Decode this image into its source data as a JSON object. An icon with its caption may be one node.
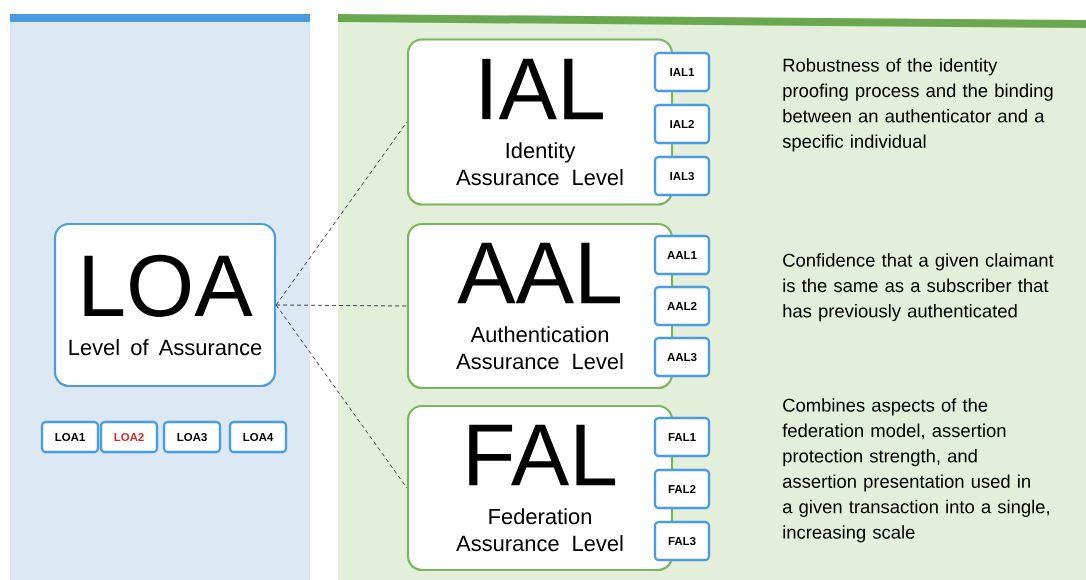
{
  "diagram": {
    "nodes": [
      {
        "text": [
          "LOA",
          "Level of Assurance"
        ]
      },
      {
        "text": [
          "LOA1"
        ]
      },
      {
        "text": [
          "LOA2"
        ]
      },
      {
        "text": [
          "LOA3"
        ]
      },
      {
        "text": [
          "LOA4"
        ]
      },
      {
        "text": [
          "IAL",
          "Identity Assurance Level"
        ]
      },
      {
        "text": [
          "IAL1"
        ]
      },
      {
        "text": [
          "IAL2"
        ]
      },
      {
        "text": [
          "IAL3"
        ]
      },
      {
        "text": [
          "AAL",
          "Authentication Assurance Level"
        ]
      },
      {
        "text": [
          "AAL1"
        ]
      },
      {
        "text": [
          "AAL2"
        ]
      },
      {
        "text": [
          "AAL3"
        ]
      },
      {
        "text": [
          "FAL",
          "Federation Assurance Level"
        ]
      },
      {
        "text": [
          "FAL1"
        ]
      },
      {
        "text": [
          "FAL2"
        ]
      },
      {
        "text": [
          "FAL3"
        ]
      }
    ],
    "edges": [
      {
        "from": 0,
        "to": 5,
        "arrow": "none",
        "style": "dashed"
      },
      {
        "from": 0,
        "to": 9,
        "arrow": "none",
        "style": "dashed"
      },
      {
        "from": 0,
        "to": 13,
        "arrow": "none",
        "style": "dashed"
      }
    ],
    "labels": [
      "Robustness of the identity proofing process and the binding between an authenticator and a specific individual",
      "Confidence that a given claimant is the same as a subscriber that has previously authenticated",
      "Combines aspects of the federation model, assertion protection strength, and assertion presentation used in a given transaction into a single, increasing scale"
    ]
  }
}
